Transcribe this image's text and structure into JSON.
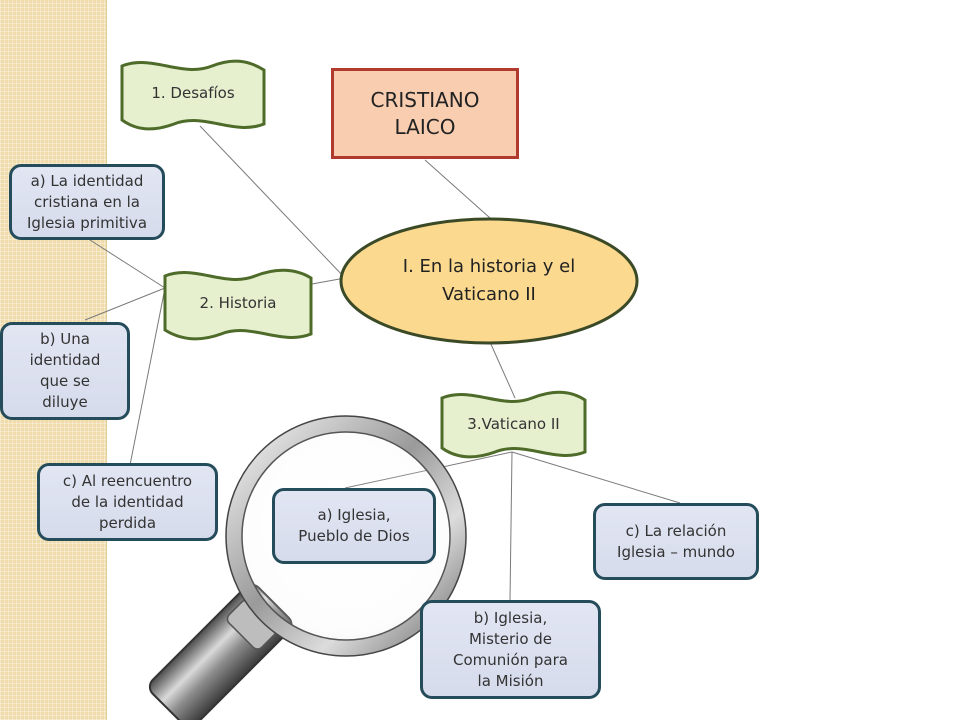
{
  "title": {
    "line1": "CRISTIANO",
    "line2": "LAICO"
  },
  "center": {
    "line1": "I. En la historia y el",
    "line2": "Vaticano II"
  },
  "banners": {
    "desafios": "1. Desafíos",
    "historia": "2. Historia",
    "vaticano": "3.Vaticano II"
  },
  "boxes": {
    "a_identidad": [
      "a) La identidad",
      "cristiana en la",
      "Iglesia primitiva"
    ],
    "b_identidad": [
      "b) Una",
      "identidad",
      "que se",
      "diluye"
    ],
    "c_reencuentro": [
      "c) Al reencuentro",
      "de la identidad",
      "perdida"
    ],
    "a_pueblo": [
      "a) Iglesia,",
      "Pueblo de Dios"
    ],
    "b_misterio": [
      "b) Iglesia,",
      "Misterio de",
      "Comunión para",
      "la Misión"
    ],
    "c_relacion": [
      "c) La relación",
      "Iglesia – mundo"
    ]
  },
  "colors": {
    "banner_fill": "#e6f0cf",
    "banner_stroke": "#4e6b2a",
    "box_stroke": "#244c5a",
    "title_fill": "#f9cdb0",
    "title_stroke": "#b03a2e",
    "ellipse_fill": "#fbd98f",
    "ellipse_stroke": "#3b4a26",
    "strip": "#efdcaa"
  },
  "decor_icons": [
    "magnifying-glass-icon"
  ]
}
